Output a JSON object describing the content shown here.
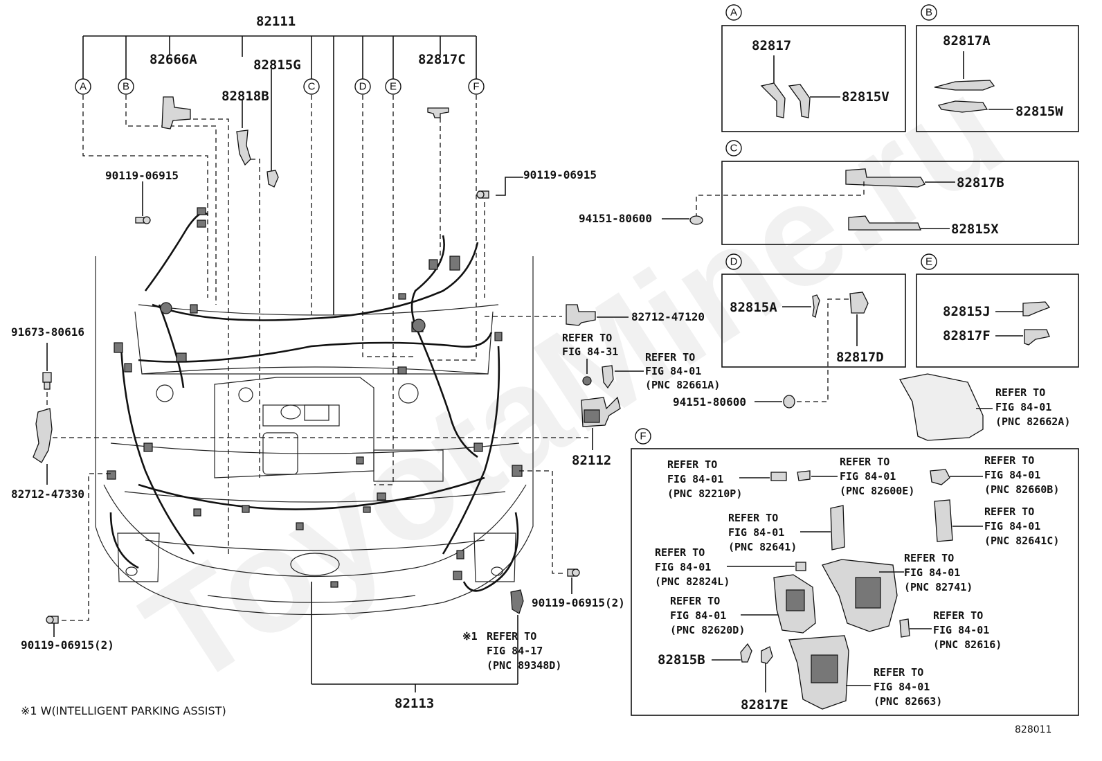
{
  "callouts": {
    "a": "A",
    "b": "B",
    "c": "C",
    "d": "D",
    "e": "E",
    "f": "F"
  },
  "parts": {
    "p82111": "82111",
    "p82666A": "82666A",
    "p82815G": "82815G",
    "p82818B": "82818B",
    "p82817C": "82817C",
    "bolt_left_top": "90119-06915",
    "bolt_right_top": "90119-06915",
    "p91673": "91673-80616",
    "p82712_47330": "82712-47330",
    "bolt_left_bottom": "90119-06915(2)",
    "bolt_right_bottom": "90119-06915(2)",
    "p82113": "82113",
    "p82112": "82112",
    "p82712_47120": "82712-47120",
    "clip_c": "94151-80600",
    "clip_d": "94151-80600"
  },
  "box_a": {
    "p1": "82817",
    "p2": "82815V"
  },
  "box_b": {
    "p1": "82817A",
    "p2": "82815W"
  },
  "box_c": {
    "p1": "82817B",
    "p2": "82815X"
  },
  "box_d": {
    "p1": "82815A",
    "p2": "82817D"
  },
  "box_e": {
    "p1": "82815J",
    "p2": "82817F"
  },
  "box_f": {
    "p1": "82815B",
    "p2": "82817E"
  },
  "refs": {
    "r8431": {
      "l1": "REFER TO",
      "l2": "FIG 84-31",
      "l3": ""
    },
    "r82661A": {
      "l1": "REFER TO",
      "l2": "FIG 84-01",
      "l3": "(PNC 82661A)"
    },
    "r82662A": {
      "l1": "REFER TO",
      "l2": "FIG 84-01",
      "l3": "(PNC 82662A)"
    },
    "r89348D": {
      "l1": "REFER TO",
      "l2": "FIG 84-17",
      "l3": "(PNC 89348D)"
    },
    "r82210P": {
      "l1": "REFER TO",
      "l2": "FIG 84-01",
      "l3": "(PNC 82210P)"
    },
    "r82600E": {
      "l1": "REFER TO",
      "l2": "FIG 84-01",
      "l3": "(PNC 82600E)"
    },
    "r82660B": {
      "l1": "REFER TO",
      "l2": "FIG 84-01",
      "l3": "(PNC 82660B)"
    },
    "r82641": {
      "l1": "REFER TO",
      "l2": "FIG 84-01",
      "l3": "(PNC 82641)"
    },
    "r82641C": {
      "l1": "REFER TO",
      "l2": "FIG 84-01",
      "l3": "(PNC 82641C)"
    },
    "r82824L": {
      "l1": "REFER TO",
      "l2": "FIG 84-01",
      "l3": "(PNC 82824L)"
    },
    "r82741": {
      "l1": "REFER TO",
      "l2": "FIG 84-01",
      "l3": "(PNC 82741)"
    },
    "r82620D": {
      "l1": "REFER TO",
      "l2": "FIG 84-01",
      "l3": "(PNC 82620D)"
    },
    "r82616": {
      "l1": "REFER TO",
      "l2": "FIG 84-01",
      "l3": "(PNC 82616)"
    },
    "r82663": {
      "l1": "REFER TO",
      "l2": "FIG 84-01",
      "l3": "(PNC 82663)"
    }
  },
  "note_mark": "※1",
  "footnote": "※1 W(INTELLIGENT PARKING ASSIST)",
  "figure_id": "828011",
  "watermark": "ToyotaMine.ru"
}
